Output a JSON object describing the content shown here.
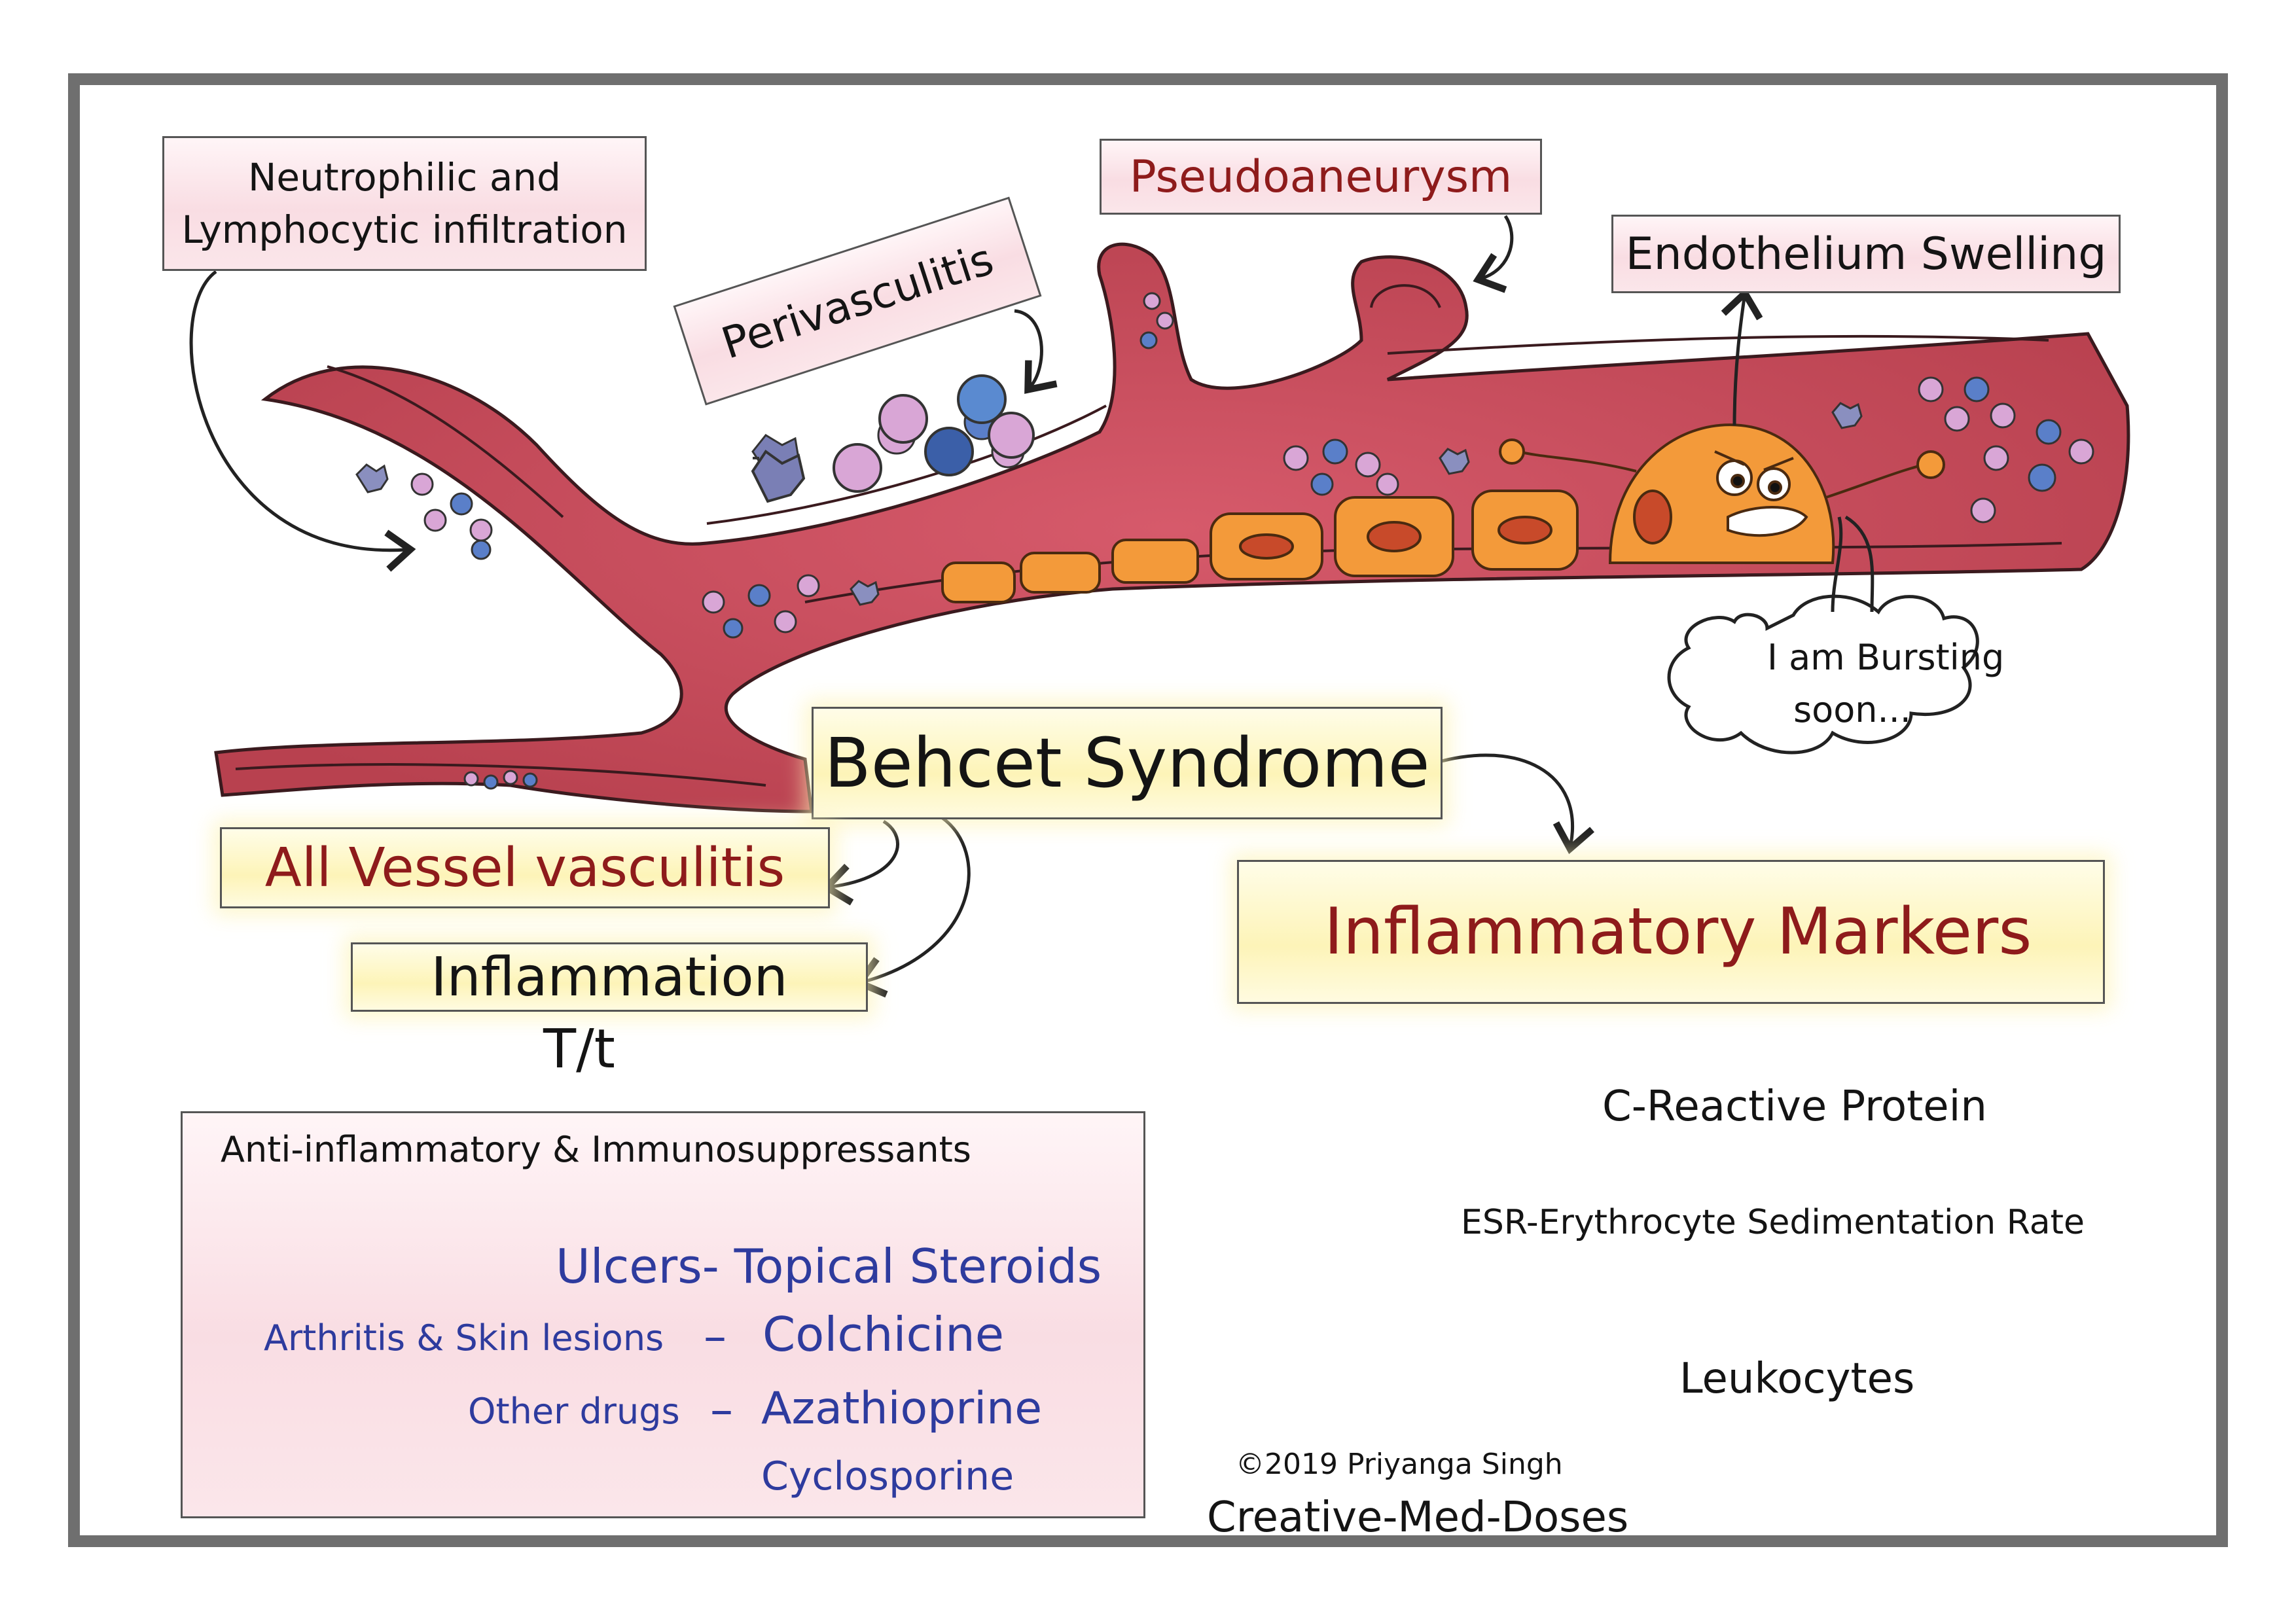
{
  "labels": {
    "infiltration_line1": "Neutrophilic and",
    "infiltration_line2": "Lymphocytic infiltration",
    "perivasculitis": "Perivasculitis",
    "pseudoaneurysm": "Pseudoaneurysm",
    "endothelium": "Endothelium Swelling",
    "bursting_line1": "I am Bursting",
    "bursting_line2": "soon...",
    "behcet": "Behcet Syndrome",
    "all_vessel": "All Vessel vasculitis",
    "inflammation": "Inflammation",
    "treatment": "T/t",
    "up_arrow": "↑",
    "inflammatory_markers": "Inflammatory Markers"
  },
  "treatment_box": {
    "heading": "Anti-inflammatory & Immunosuppressants",
    "ulcers": "Ulcers- Topical Steroids",
    "arthritis": "Arthritis & Skin lesions",
    "dash1": "–",
    "colchicine": "Colchicine",
    "other_drugs": "Other drugs",
    "dash2": "–",
    "azathioprine": "Azathioprine",
    "cyclosporine": "Cyclosporine"
  },
  "markers": {
    "crp": "C-Reactive Protein",
    "esr": "ESR-Erythrocyte Sedimentation Rate",
    "leukocytes": "Leukocytes"
  },
  "credits": {
    "copyright": "©2019 Priyanga Singh",
    "brand": "Creative-Med-Doses"
  },
  "colors": {
    "vessel": "#c04a5a",
    "vessel_edge": "#3a1a1e",
    "endothelial": "#f39a3a",
    "title_red": "#8e1b1b",
    "drug_blue": "#2e3b9e"
  }
}
